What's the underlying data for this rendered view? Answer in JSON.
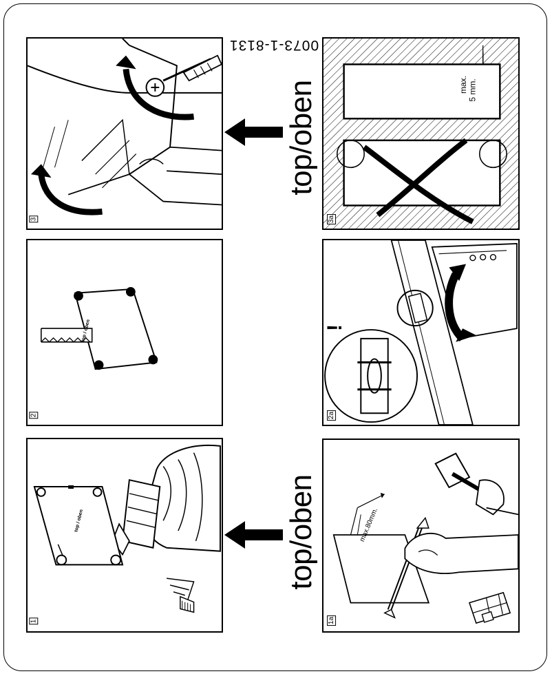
{
  "document_number": "0073-1-8131",
  "orientation_text_1": "top/oben",
  "orientation_text_2": "top/oben",
  "step_labels": {
    "step_1": "1",
    "step_2": "2",
    "step_3": "3",
    "step_1a": "1a",
    "step_2a": "2a",
    "step_3a": "3a"
  },
  "annotations": {
    "plate_marking": "top / oben",
    "max_depth": "max.80mm.",
    "max_gap_1": "max.",
    "max_gap_2": "5 mm.",
    "warning": "!"
  }
}
